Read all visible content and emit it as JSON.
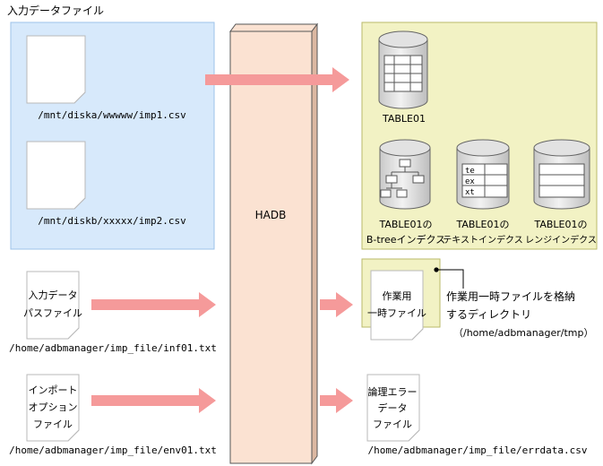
{
  "input_area": {
    "title": "入力データファイル",
    "files": [
      {
        "path": "/mnt/diska/wwwww/imp1.csv"
      },
      {
        "path": "/mnt/diskb/xxxxx/imp2.csv"
      }
    ]
  },
  "hadb": {
    "label": "HADB"
  },
  "path_file": {
    "label_lines": [
      "入力データ",
      "パスファイル"
    ],
    "path": "/home/adbmanager/imp_file/inf01.txt"
  },
  "option_file": {
    "label_lines": [
      "インポート",
      "オプション",
      "ファイル"
    ],
    "path": "/home/adbmanager/imp_file/env01.txt"
  },
  "table_area": {
    "table": {
      "name": "TABLE01"
    },
    "indexes": [
      {
        "lines": [
          "TABLE01の",
          "B-treeインデクス"
        ],
        "icon": "b-tree-index-icon"
      },
      {
        "lines": [
          "TABLE01の",
          "テキストインデクス"
        ],
        "icon": "text-index-icon",
        "cell_labels": [
          "te",
          "ex",
          "xt"
        ]
      },
      {
        "lines": [
          "TABLE01の",
          "レンジインデクス"
        ],
        "icon": "range-index-icon"
      }
    ]
  },
  "work_area": {
    "file_lines": [
      "作業用",
      "一時ファイル"
    ],
    "note_lines": [
      "作業用一時ファイルを格納",
      "するディレクトリ",
      "（/home/adbmanager/tmp）"
    ]
  },
  "error_file": {
    "label_lines": [
      "論理エラー",
      "データ",
      "ファイル"
    ],
    "path": "/home/adbmanager/imp_file/errdata.csv"
  },
  "colors": {
    "input_bg": "#d7e9fb",
    "input_border": "#9cc3ea",
    "table_bg": "#f2f2c4",
    "table_border": "#b9b96a",
    "hadb_face": "#fbe2d2",
    "hadb_side": "#dcb8a2",
    "arrow": "#f59a9a"
  }
}
